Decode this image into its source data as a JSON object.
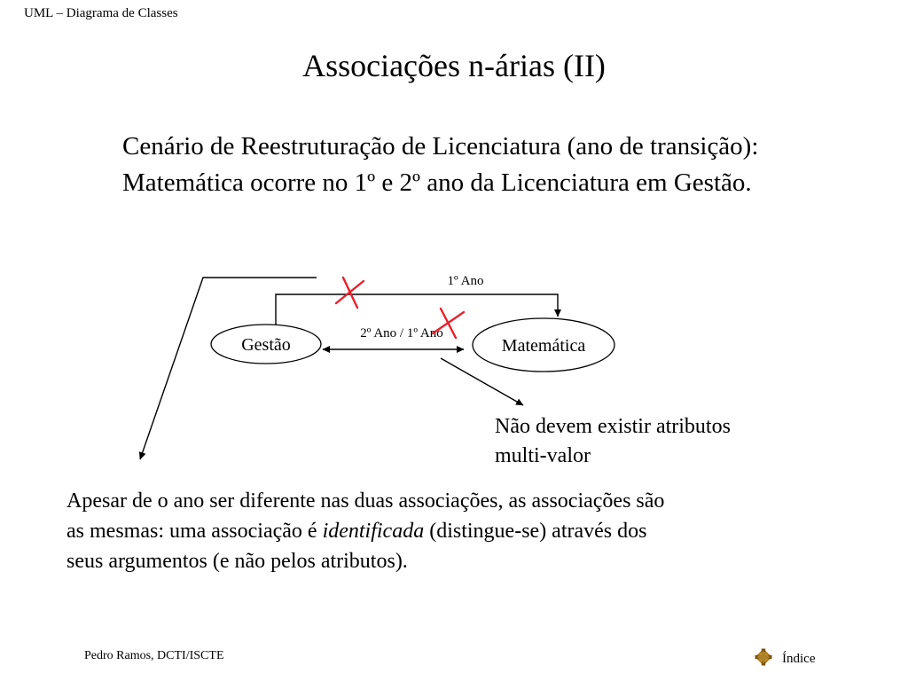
{
  "header": {
    "title": "UML – Diagrama de Classes"
  },
  "slide": {
    "title": "Associações n-árias (II)",
    "intro": "Cenário de Reestruturação de Licenciatura (ano de transição): Matemática ocorre no 1º e 2º ano da Licenciatura em Gestão."
  },
  "diagram": {
    "classes": {
      "left": "Gestão",
      "right": "Matemática"
    },
    "associations": {
      "top": "1º Ano",
      "middle": "2º Ano / 1º Ano"
    },
    "note": "Não devem existir atributos multi-valor"
  },
  "body": {
    "text_before": "Apesar de o ano ser diferente nas duas associações, as associações são as mesmas: uma associação é ",
    "emphasis": "identificada",
    "text_after": " (distingue-se) através dos seus argumentos (e não pelos atributos)."
  },
  "footer": {
    "author": "Pedro Ramos, DCTI/ISCTE",
    "index_label": "Índice"
  },
  "colors": {
    "strike_mark": "#e8202a",
    "nav_icon": "#b07d1a",
    "text": "#000000"
  },
  "icons": {
    "index": "diamond-nav-icon"
  }
}
